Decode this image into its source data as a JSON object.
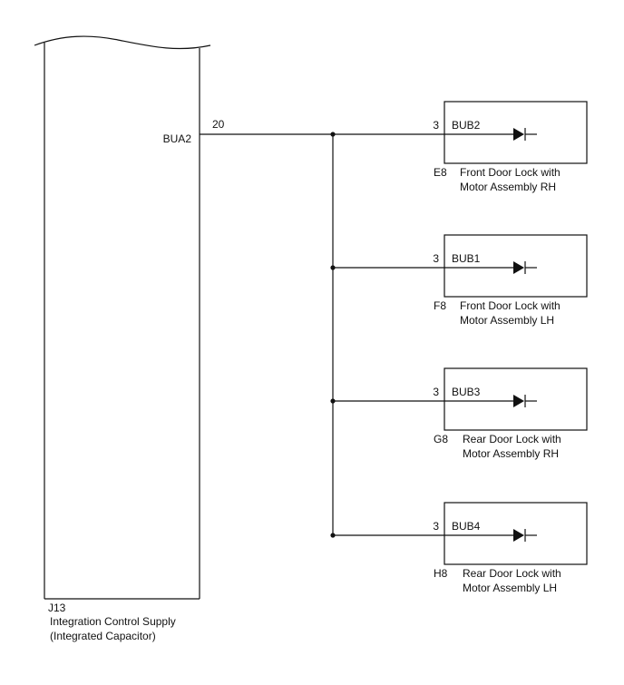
{
  "source_component": {
    "id": "J13",
    "name_line1": "Integration Control Supply",
    "name_line2": "(Integrated Capacitor)",
    "terminal_label": "BUA2",
    "terminal_pin": "20"
  },
  "connectors": [
    {
      "pin": "3",
      "terminal": "BUB2",
      "id": "E8",
      "name_line1": "Front Door Lock with",
      "name_line2": "Motor Assembly RH"
    },
    {
      "pin": "3",
      "terminal": "BUB1",
      "id": "F8",
      "name_line1": "Front Door Lock with",
      "name_line2": "Motor Assembly LH"
    },
    {
      "pin": "3",
      "terminal": "BUB3",
      "id": "G8",
      "name_line1": "Rear Door Lock with",
      "name_line2": "Motor Assembly RH"
    },
    {
      "pin": "3",
      "terminal": "BUB4",
      "id": "H8",
      "name_line1": "Rear Door Lock with",
      "name_line2": "Motor Assembly LH"
    }
  ]
}
